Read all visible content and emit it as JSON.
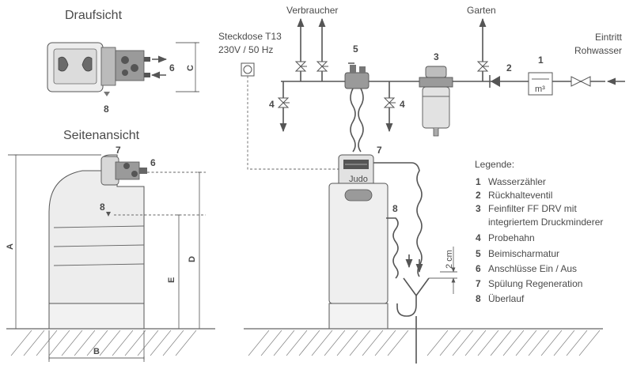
{
  "views": {
    "top_view_title": "Draufsicht",
    "side_view_title": "Seitenansicht"
  },
  "dimensions": {
    "a": "A",
    "b": "B",
    "c": "C",
    "d": "D",
    "e": "E",
    "drain_gap": "2 cm"
  },
  "labels": {
    "consumer": "Verbraucher",
    "garden": "Garten",
    "inlet_line1": "Eintritt",
    "inlet_line2": "Rohwasser",
    "socket_line1": "Steckdose T13",
    "socket_line2": "230V / 50 Hz",
    "meter_unit": "m³",
    "brand": "Judo"
  },
  "markers": {
    "n1": "1",
    "n2": "2",
    "n3": "3",
    "n4": "4",
    "n5": "5",
    "n6": "6",
    "n7": "7",
    "n8": "8"
  },
  "legend": {
    "title": "Legende:",
    "items": [
      {
        "num": "1",
        "text": "Wasserzähler"
      },
      {
        "num": "2",
        "text": "Rückhalteventil"
      },
      {
        "num": "3",
        "text": "Feinfilter FF DRV mit"
      },
      {
        "num": "",
        "text": "integriertem Druckminderer"
      },
      {
        "num": "4",
        "text": "Probehahn"
      },
      {
        "num": "5",
        "text": "Beimischarmatur"
      },
      {
        "num": "6",
        "text": "Anschlüsse Ein / Aus"
      },
      {
        "num": "7",
        "text": "Spülung Regeneration"
      },
      {
        "num": "8",
        "text": "Überlauf"
      }
    ]
  }
}
